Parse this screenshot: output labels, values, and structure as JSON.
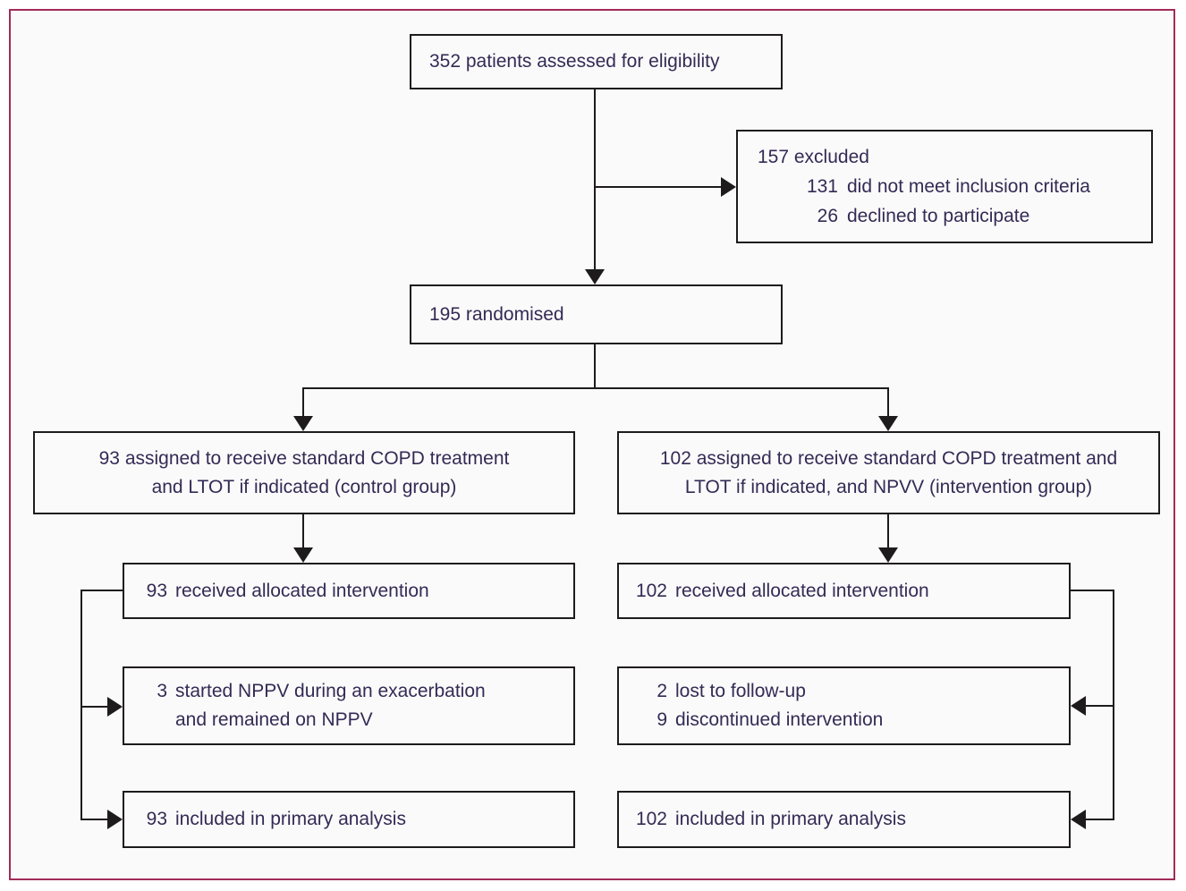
{
  "palette": {
    "text": "#332b55",
    "line": "#1d1b1b",
    "frame": "#a22b58",
    "background": "#fbfafa"
  },
  "boxes": {
    "assessed": {
      "text": "352 patients assessed for eligibility"
    },
    "excluded": {
      "title": "157 excluded",
      "reasons": [
        {
          "num": "131",
          "label": "did not meet inclusion criteria"
        },
        {
          "num": "26",
          "label": "declined to participate"
        }
      ]
    },
    "randomised": {
      "text": "195 randomised"
    },
    "control_assigned": {
      "line1": "93 assigned to receive standard COPD treatment",
      "line2": "and LTOT if indicated (control group)"
    },
    "intervention_assigned": {
      "line1": "102 assigned to receive standard COPD treatment and",
      "line2": "LTOT if indicated, and NPVV (intervention group)"
    },
    "control_received": {
      "num": "93",
      "label": "received allocated intervention"
    },
    "intervention_received": {
      "num": "102",
      "label": "received allocated intervention"
    },
    "control_deviation": {
      "num": "3",
      "label": "started NPPV during an exacerbation",
      "line2": "and remained on NPPV"
    },
    "intervention_losses": {
      "rows": [
        {
          "num": "2",
          "label": "lost to follow-up"
        },
        {
          "num": "9",
          "label": "discontinued intervention"
        }
      ]
    },
    "control_analysis": {
      "num": "93",
      "label": "included in primary analysis"
    },
    "intervention_analysis": {
      "num": "102",
      "label": "included in primary analysis"
    }
  }
}
